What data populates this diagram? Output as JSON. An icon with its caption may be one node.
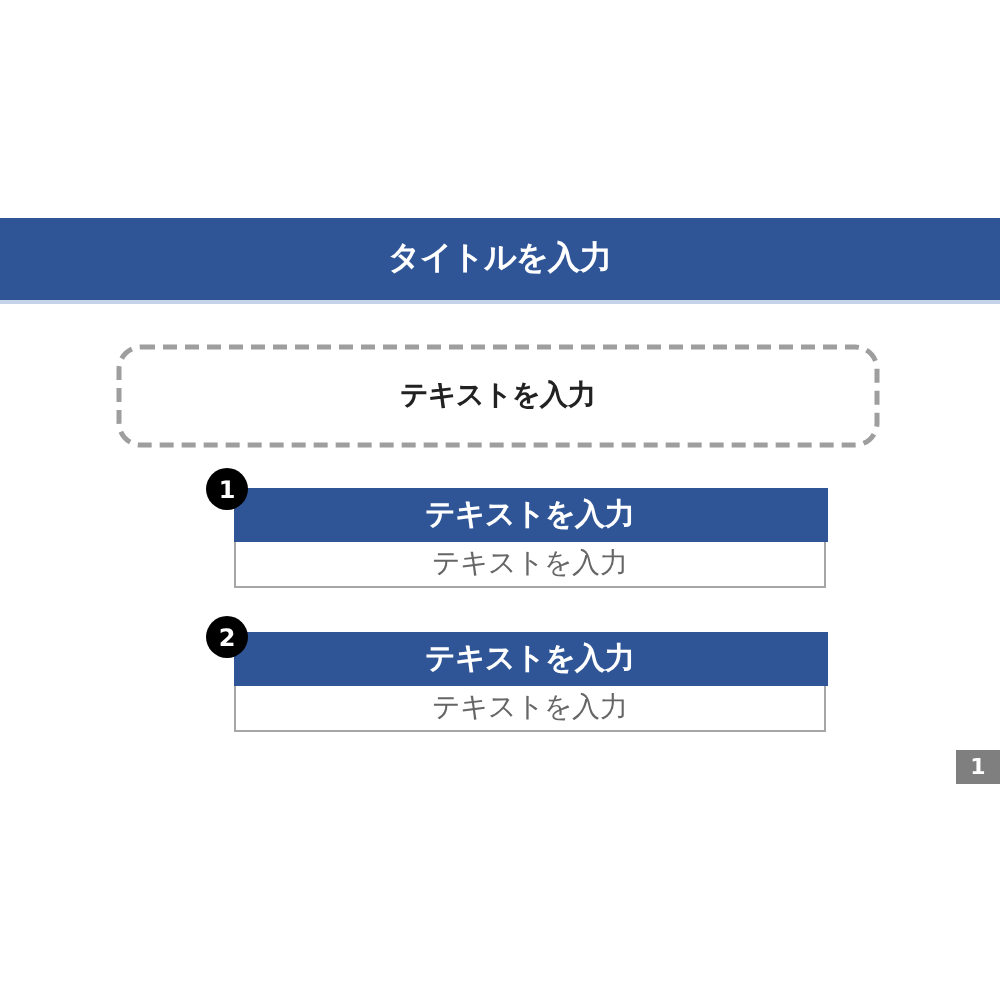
{
  "diagram": {
    "title": "タイトルを入力",
    "nodes": [
      {
        "text": [
          "テキストを入力"
        ]
      },
      {
        "text": [
          "テキストを入力",
          "テキストを入力"
        ],
        "beside": [
          "1"
        ]
      },
      {
        "text": [
          "テキストを入力",
          "テキストを入力"
        ],
        "beside": [
          "2"
        ]
      }
    ],
    "labels": [
      "1"
    ]
  }
}
